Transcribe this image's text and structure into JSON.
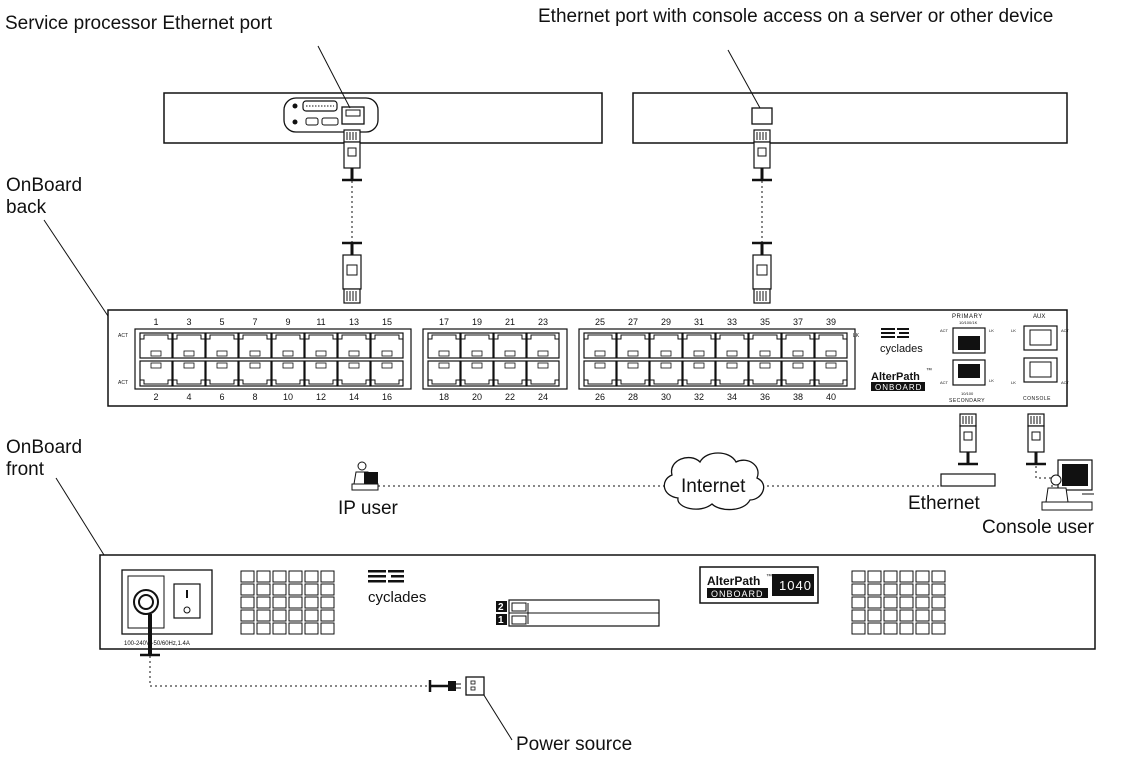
{
  "labels": {
    "sp_port": "Service processor Ethernet port",
    "eth_console": "Ethernet port with console access on a server or other device",
    "onboard_back": "OnBoard\nback",
    "onboard_front": "OnBoard\nfront",
    "ip_user": "IP user",
    "internet": "Internet",
    "ethernet": "Ethernet",
    "console_user": "Console user",
    "power_source": "Power source"
  },
  "back_panel": {
    "ports_top_group1": [
      "1",
      "3",
      "5",
      "7",
      "9",
      "11",
      "13",
      "15"
    ],
    "ports_bottom_group1": [
      "2",
      "4",
      "6",
      "8",
      "10",
      "12",
      "14",
      "16"
    ],
    "ports_top_group2": [
      "17",
      "19",
      "21",
      "23"
    ],
    "ports_bottom_group2": [
      "18",
      "20",
      "22",
      "24"
    ],
    "ports_top_group3": [
      "25",
      "27",
      "29",
      "31",
      "33",
      "35",
      "37",
      "39"
    ],
    "ports_bottom_group3": [
      "26",
      "28",
      "30",
      "32",
      "34",
      "36",
      "38",
      "40"
    ],
    "act": "ACT",
    "lk": "LK",
    "primary": "PRIMARY",
    "primary_speed": "10/100/1K",
    "secondary": "SECONDARY",
    "secondary_speed": "10/100",
    "aux": "AUX",
    "console": "CONSOLE",
    "brand": "cyclades",
    "product": "AlterPath",
    "product_sub": "ONBOARD",
    "tm": "™"
  },
  "front_panel": {
    "power_rating": "100-240V~50/60Hz,1.4A",
    "brand": "cyclades",
    "product": "AlterPath",
    "product_sub": "ONBOARD",
    "model": "1040",
    "slot_top": "2",
    "slot_bottom": "1",
    "tm": "™"
  }
}
